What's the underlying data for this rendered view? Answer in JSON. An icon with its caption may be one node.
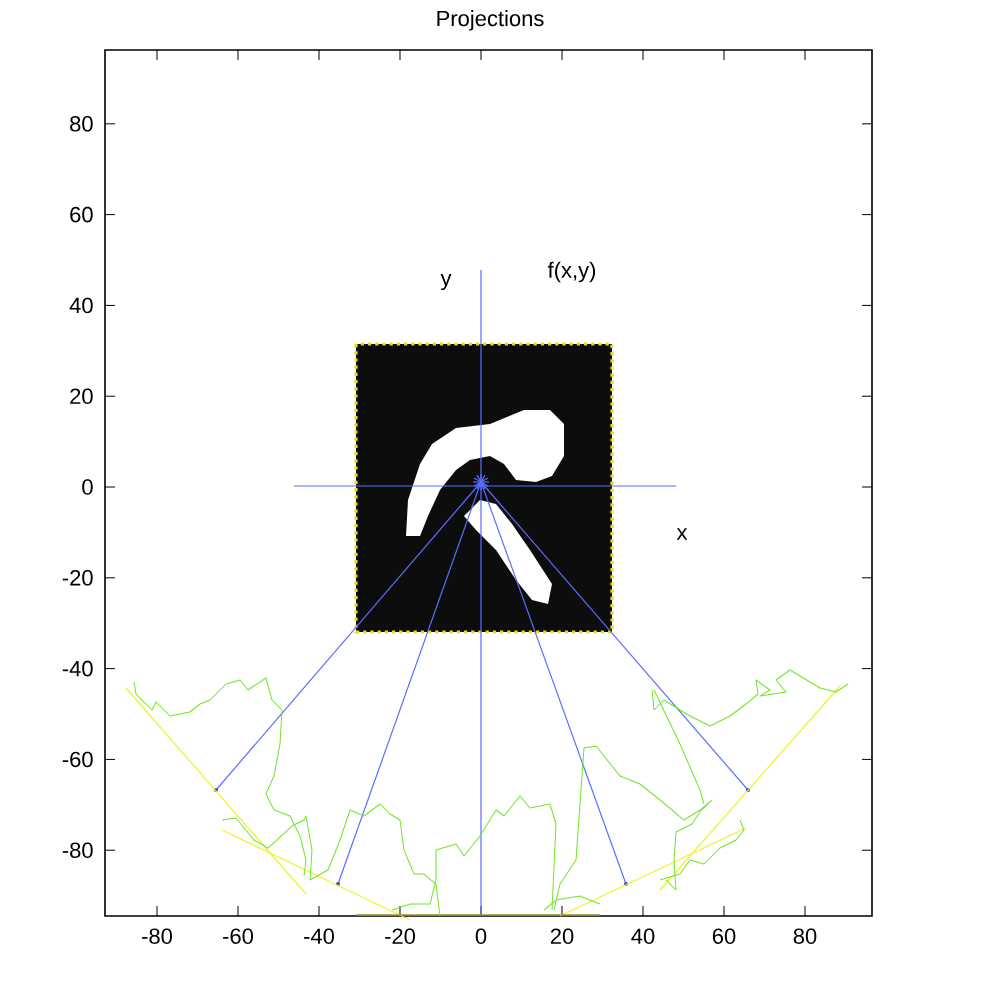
{
  "diagram": {
    "title": "Projections",
    "labels": [
      "80",
      "60",
      "40",
      "20",
      "0",
      "-20",
      "-40",
      "-60",
      "-80",
      "y",
      "f(x,y)",
      "x",
      "-80",
      "-60",
      "-40",
      "-20",
      "0",
      "20",
      "40",
      "60",
      "80"
    ]
  }
}
